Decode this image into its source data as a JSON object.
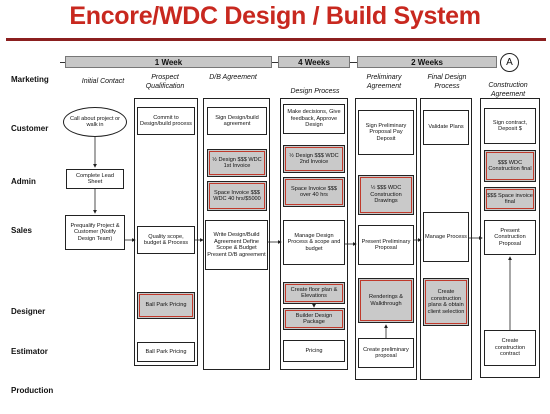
{
  "title": "Encore/WDC Design / Build System",
  "timeline": {
    "week1": "1 Week",
    "week4": "4 Weeks",
    "week2": "2 Weeks",
    "marker": "A"
  },
  "rows": [
    "Marketing",
    "Customer",
    "Admin",
    "Sales",
    "Designer",
    "Estimator",
    "Production"
  ],
  "phases": {
    "initial": "Initial Contact",
    "prospect": "Prospect Qualification",
    "db": "D/B Agreement",
    "design": "Design Process",
    "prelim": "Preliminary Agreement",
    "final": "Final Design Process",
    "construction": "Construction Agreement"
  },
  "boxes": {
    "call": "Call about project or walk in",
    "leadsheet": "Complete Lead Sheet",
    "prequalify": "Prequalify Project & Customer (Notify Design Team)",
    "commit": "Commit to Design/build process",
    "quality": "Quality scope, budget & Process",
    "ballpark1": "Ball Park Pricing",
    "ballpark2": "Ball Park Pricing",
    "sign_db": "Sign Design/build agreement",
    "half_design1": "½ Design $$$ WDC 1st Invoice",
    "space_invoice1": "Space Invoice $$$ WDC 40 hrs/$5000",
    "write_db": "Write Design/Build Agreement Define Scope & Budget Present D/B agreement",
    "decisions": "Make decisions, Give feedback, Approve Design",
    "half_design2": "½ Design $$$ WDC 2nd Invoice",
    "space_invoice2": "Space Invoice $$$ over 40 hrs",
    "manage_design": "Manage Design Process & scope and budget",
    "floorplan": "Create floor plan & Elevations",
    "builder_pkg": "Builder Design Package",
    "pricing": "Pricing",
    "sign_prelim": "Sign Preliminary Proposal Pay Deposit",
    "half_wdc": "½ $$$ WDC Construction Drawings",
    "present_prelim": "Present Preliminary Proposal",
    "renderings": "Renderings & Walkthrough",
    "create_prelim": "Create preliminary proposal",
    "validate": "Validate Plans",
    "manage_process": "Manage Process",
    "create_construction": "Create construction plans & obtain client selection",
    "sign_contract": "Sign contract, Deposit $",
    "wdc_final": "$$$ WDC Construction final",
    "space_final": "$$$ Space invoice final",
    "present_construction": "Present Construction Proposal",
    "create_contract": "Create construction contract"
  }
}
